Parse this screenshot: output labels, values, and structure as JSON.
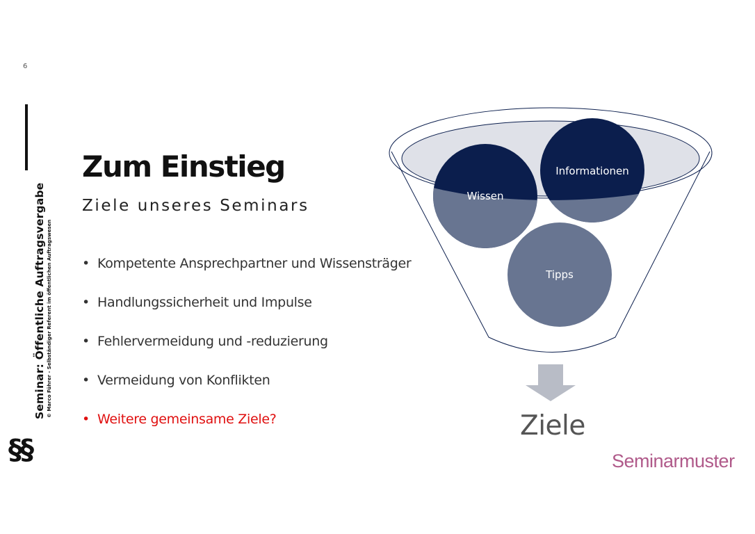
{
  "slide": {
    "page_number": "6",
    "sidebar_title": "Seminar: Öffentliche Auftragsvergabe",
    "sidebar_subtitle": "© Marco Führer - Selbständiger Referent im öffentlichen Auftragswesen",
    "logo_symbol": "§§",
    "title": "Zum Einstieg",
    "subtitle": "Ziele unseres Seminars",
    "bullet_symbol": "•",
    "bullets": [
      "Kompetente Ansprechpartner und Wissensträger",
      "Handlungssicherheit und Impulse",
      "Fehlervermeidung und -reduzierung",
      "Vermeidung von Konflikten",
      "Weitere gemeinsame Ziele?"
    ]
  },
  "diagram": {
    "circles": [
      "Wissen",
      "Informationen",
      "Tipps"
    ],
    "output_label": "Ziele",
    "colors": {
      "dark_circle": "#0b1e4d",
      "light_circle": "#687591",
      "funnel_rim": "#dfe1e8",
      "arrow": "#b8bcc6",
      "highlight": "#e01010"
    }
  },
  "branding": {
    "watermark": "Seminarmuster",
    "color": "#b05a8a"
  }
}
